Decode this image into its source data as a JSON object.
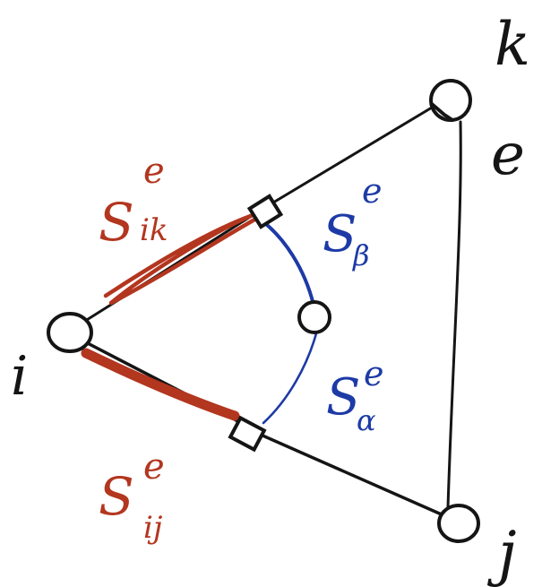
{
  "diagram": {
    "vertices": [
      {
        "id": "i",
        "label": "i"
      },
      {
        "id": "j",
        "label": "j"
      },
      {
        "id": "k",
        "label": "k"
      }
    ],
    "element_label": "e",
    "segments": [
      {
        "id": "s_ik",
        "base": "S",
        "sup": "e",
        "sub": "ik"
      },
      {
        "id": "s_ij",
        "base": "S",
        "sup": "e",
        "sub": "ij"
      },
      {
        "id": "s_b",
        "base": "S",
        "sup": "e",
        "sub": "β"
      },
      {
        "id": "s_a",
        "base": "S",
        "sup": "e",
        "sub": "α"
      }
    ],
    "colors": {
      "edge": "#151515",
      "boundary_segment": "#b3361f",
      "dual_segment": "#1d3aa6"
    }
  }
}
